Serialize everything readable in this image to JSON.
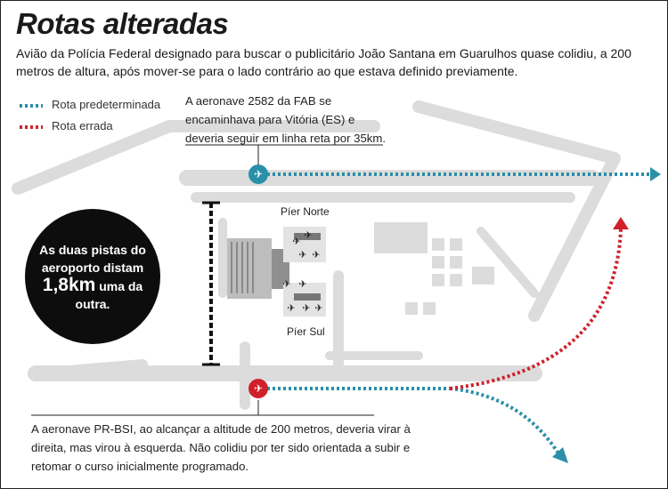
{
  "title": "Rotas alteradas",
  "subtitle": "Avião da Polícia Federal designado para buscar o publicitário João Santana em Guarulhos quase colidiu, a 200 metros de altura, após mover-se para o lado contrário ao que estava definido previamente.",
  "legend": {
    "planned_label": "Rota predeterminada",
    "wrong_label": "Rota errada"
  },
  "colors": {
    "planned": "#2a8fa8",
    "wrong": "#d0202a",
    "airport": "#dcdcdc",
    "circle": "#0d0d0d"
  },
  "note_top": {
    "line1": "A aeronave 2582 da FAB se",
    "line2": "encaminhava para Vitória (ES) e",
    "line3": "deveria seguir em linha reta por 35km."
  },
  "note_bottom": {
    "line1": "A aeronave PR-BSI, ao alcançar a altitude de 200 metros, deveria virar à",
    "line2": "direita, mas virou à esquerda. Não colidiu por ter sido orientada a subir e",
    "line3": "retomar o curso inicialmente programado."
  },
  "circle": {
    "line1": "As duas pistas do",
    "line2": "aeroporto distam",
    "distance": "1,8km",
    "line3_tail": " uma da",
    "line4": "outra."
  },
  "piers": {
    "north": "Píer Norte",
    "south": "Píer Sul"
  },
  "icons": {
    "planned_plane": "airplane-icon",
    "wrong_plane": "airplane-icon"
  }
}
